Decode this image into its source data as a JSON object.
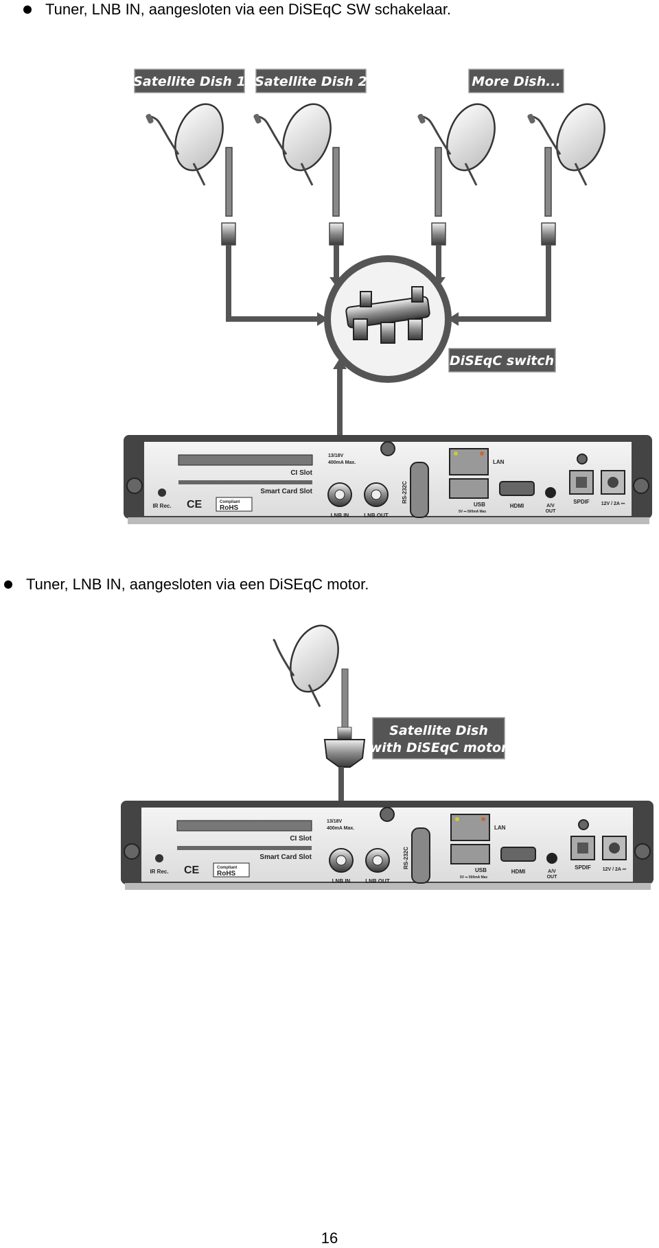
{
  "section1": {
    "bullet_text": "Tuner, LNB IN, aangesloten via een DiSEqC SW schakelaar.",
    "labels": {
      "dish1": "Satellite Dish 1",
      "dish2": "Satellite Dish 2",
      "more": "More Dish...",
      "switch": "DiSEqC switch"
    }
  },
  "section2": {
    "bullet_text": "Tuner, LNB IN, aangesloten via een DiSEqC motor.",
    "labels": {
      "line1": "Satellite Dish",
      "line2": "with DiSEqC motor"
    }
  },
  "receiver": {
    "voltage": "13/18V",
    "current": "400mA Max.",
    "ci_slot": "CI Slot",
    "smart_card_slot": "Smart Card Slot",
    "ir_rec": "IR Rec.",
    "ce": "CE",
    "rohs_compliant": "Compliant",
    "rohs": "RoHS",
    "lnb_in": "LNB IN",
    "lnb_out": "LNB OUT",
    "rs232c": "RS-232C",
    "lan": "LAN",
    "usb": "USB",
    "usb_spec": "5V ⎓ 500mA Max",
    "hdmi": "HDMI",
    "av": "A/V",
    "out": "OUT",
    "spdif": "SPDIF",
    "power": "12V / 2A ⎓"
  },
  "page_number": "16"
}
